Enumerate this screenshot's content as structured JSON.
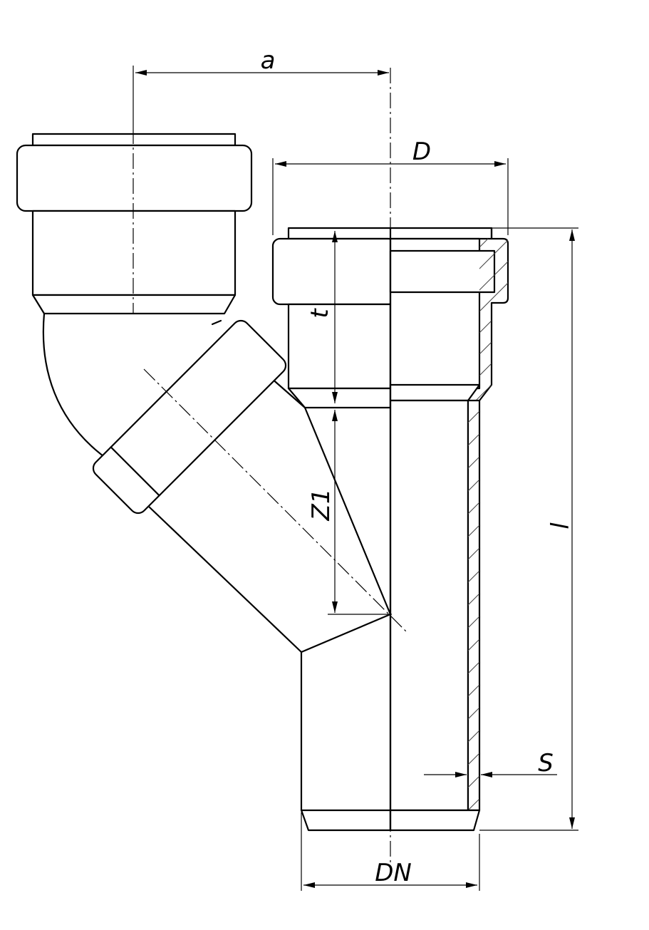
{
  "dimensions": {
    "a": "a",
    "D": "D",
    "t": "t",
    "z1": "Z1",
    "l": "l",
    "s": "S",
    "dn": "DN"
  }
}
